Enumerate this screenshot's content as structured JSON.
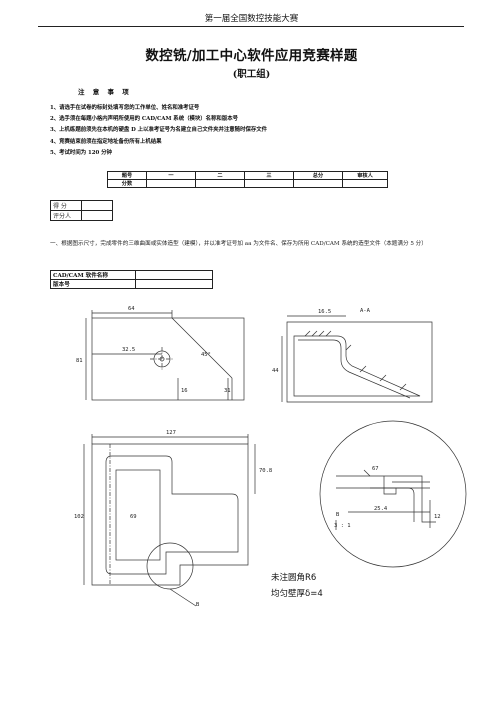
{
  "header": {
    "text": "第一届全国数控技能大赛"
  },
  "title": "数控铣/加工中心软件应用竞赛样题",
  "subtitle": "(职工组)",
  "notice": {
    "title": "注 意 事 项",
    "items": [
      "1、请选手在试卷的标封处填写您的工作单位、姓名和准考证号",
      "2、选手须在每题小格内声明所使用的 CAD/CAM 系统（模块）名称和版本号",
      "3、上机练题前须先在本机的硬盘 D 上以准考证号为名建立自己文件夹并注意随时保存文件",
      "4、竞赛结束前须在指定地址备份所有上机结果",
      "5、考试时间为 120 分钟"
    ]
  },
  "score_table": {
    "headers": [
      "题号",
      "一",
      "二",
      "三",
      "总分",
      "审核人"
    ],
    "row_label": "分数"
  },
  "grader_table": {
    "rows": [
      "得 分",
      "评分人"
    ]
  },
  "question1": "一、根据图示尺寸，完成零件的三维曲面或实体造型（建模），并以准考证号加 aa 为文件名、保存为所用 CAD/CAM 系统的造型文件（本题满分 5 分）",
  "cad_table": {
    "rows": [
      "CAD/CAM 软件名称",
      "版本号"
    ]
  },
  "drawing": {
    "dims": {
      "top_width": "64",
      "hole_x": "32.5",
      "angle": "45°",
      "height": "81",
      "h1": "16",
      "h2": "31",
      "sec_dim": "16.5",
      "sec_label": "A-A",
      "sec_h": "44",
      "plan_width": "127",
      "plan_h": "102",
      "plan_inner": "69",
      "plan_r": "70.8",
      "det_a": "67",
      "det_b": "25.4",
      "det_c": "12",
      "det_label": "B",
      "det_scale": "3 : 1",
      "view_mark": "B"
    },
    "notes": [
      "未注圆角R6",
      "均匀壁厚δ=4"
    ]
  }
}
